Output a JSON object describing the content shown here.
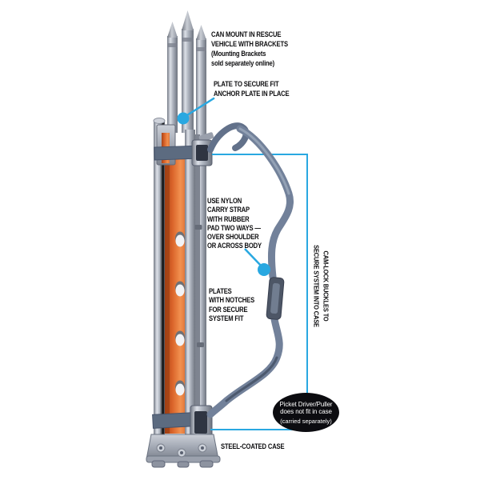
{
  "accent_color": "#29A8E1",
  "annotations": {
    "mount_label": "CAN MOUNT IN RESCUE\nVEHICLE WITH BRACKETS\n(Mounting Brackets\nsold separately online)",
    "plate_label": "PLATE TO SECURE FIT\nANCHOR PLATE IN PLACE",
    "strap_label": "USE NYLON\nCARRY STRAP\nWITH RUBBER\nPAD TWO WAYS —\nOVER SHOULDER\nOR ACROSS BODY",
    "plates_label": "PLATES\nWITH NOTCHES\nFOR SECURE\nSYSTEM FIT",
    "camlock_label": "CAM-LOCK BUCKLES TO\nSECURE SYSTEM INTO CASE",
    "case_label": "STEEL-COATED CASE",
    "note_bubble": {
      "text": "Picket Driver/Puller\ndoes not fit in case",
      "subtext": "(carried separately)",
      "bg_color": "#0C0C10",
      "text_color": "#FFFFFF"
    }
  },
  "illustration": {
    "orange_picket_color": "#D96228",
    "strap_color": "#6E7E96",
    "metal_color": "#B0B5C0",
    "text_color": "#0E0E10",
    "background_color": "#FFFFFF"
  }
}
